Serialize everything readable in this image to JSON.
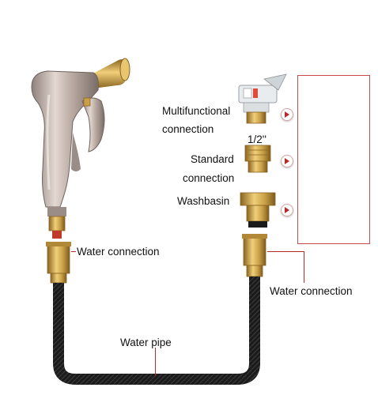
{
  "labels": {
    "multifunctional_line1": "Multifunctional",
    "multifunctional_line2": "connection",
    "half_inch": "1/2''",
    "standard_line1": "Standard",
    "standard_line2": "connection",
    "washbasin": "Washbasin",
    "water_connection_left": "Water connection",
    "water_connection_right": "Water connection",
    "water_pipe": "Water pipe"
  },
  "colors": {
    "brass": "#c9a048",
    "brass_dark": "#8a6420",
    "chrome": "#b8a8a0",
    "hose": "#1b1b1b",
    "accent_red": "#b8282a"
  },
  "icons": [
    "spray-gun-icon",
    "tap-adapter-icon",
    "faucet-icon",
    "arrow-right-icon"
  ]
}
